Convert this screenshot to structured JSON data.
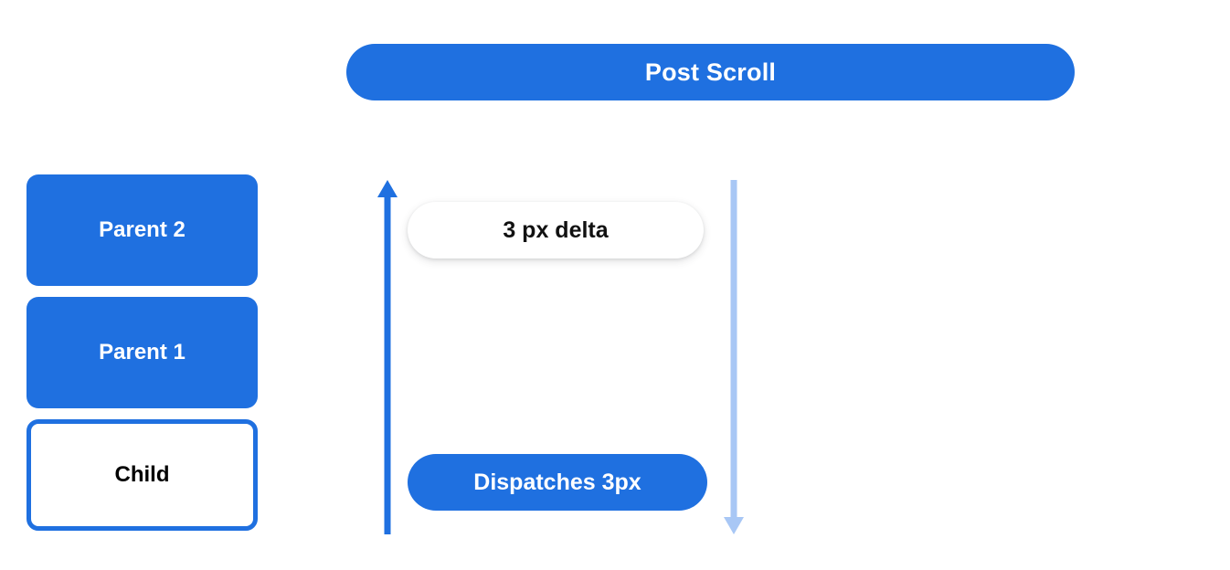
{
  "header": {
    "title": "Post Scroll"
  },
  "node_stack": {
    "items": [
      {
        "label": "Parent 2",
        "style": "filled"
      },
      {
        "label": "Parent 1",
        "style": "filled"
      },
      {
        "label": "Child",
        "style": "outlined"
      }
    ]
  },
  "callouts": {
    "delta": "3 px delta",
    "dispatch": "Dispatches 3px"
  },
  "arrows": {
    "up": {
      "name": "scroll-up-arrow",
      "direction": "up",
      "color": "#1f70e0"
    },
    "down": {
      "name": "scroll-down-arrow",
      "direction": "down",
      "color": "#a8c7f5"
    }
  },
  "colors": {
    "accent_blue": "#1f70e0",
    "light_blue": "#a8c7f5",
    "white": "#ffffff",
    "text_dark": "#111111"
  }
}
